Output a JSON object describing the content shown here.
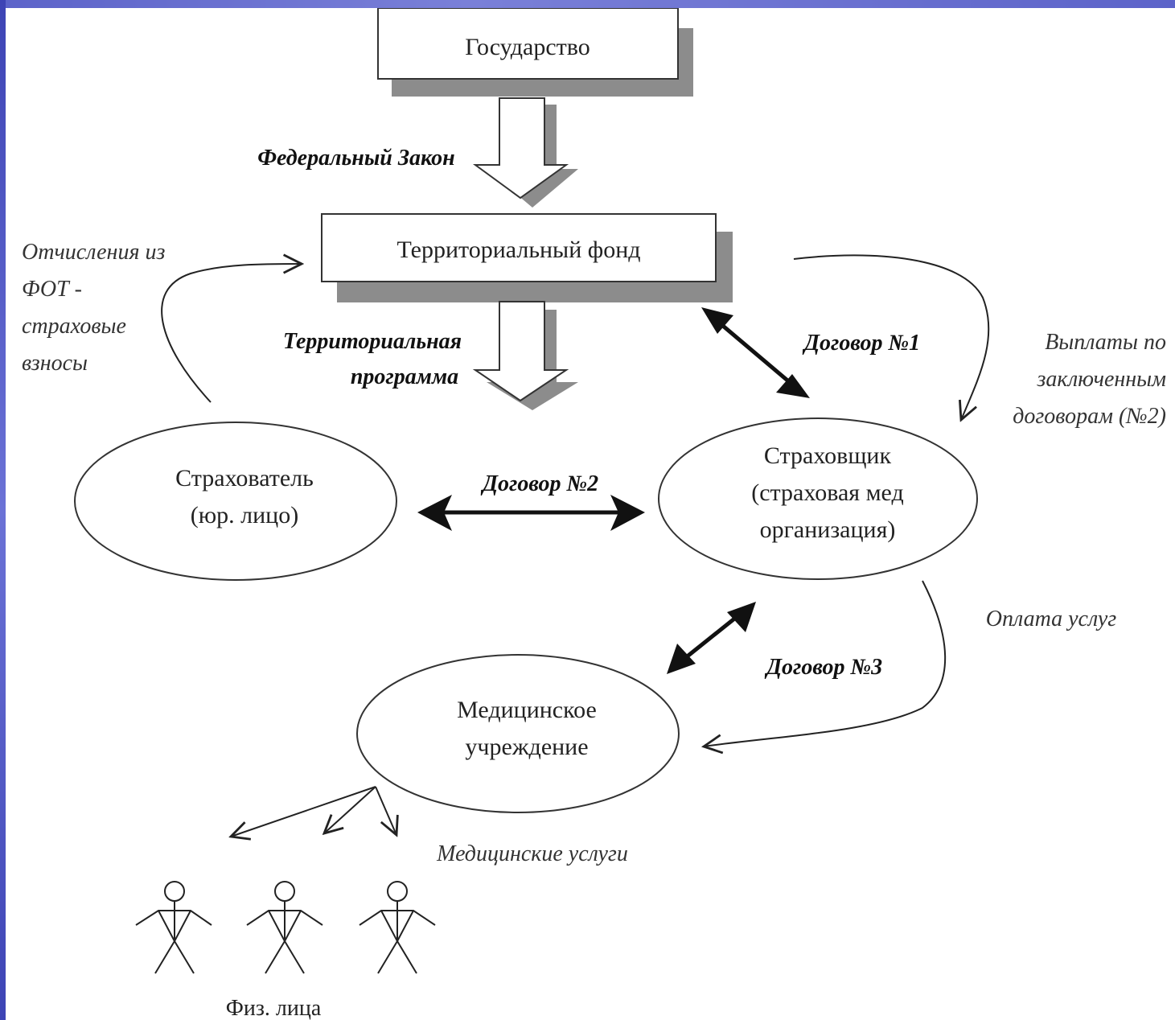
{
  "nodes": {
    "state": "Государство",
    "territorial_fund": "Территориальный фонд",
    "policyholder": [
      "Страхователь",
      "(юр. лицо)"
    ],
    "insurer": [
      "Страховщик",
      "(страховая мед",
      "организация)"
    ],
    "medical_institution": [
      "Медицинское",
      "учреждение"
    ],
    "individuals": "Физ. лица"
  },
  "edge_labels": {
    "federal_law": "Федеральный Закон",
    "territorial_program": [
      "Территориальная",
      "программа"
    ],
    "contract1": "Договор №1",
    "contract2": "Договор №2",
    "contract3": "Договор №3",
    "deductions": [
      "Отчисления из",
      "ФОТ -",
      "страховые",
      "взносы"
    ],
    "payments": [
      "Выплаты по",
      "заключенным",
      "договорам (№2)"
    ],
    "payment_services": "Оплата услуг",
    "medical_services": "Медицинские услуги"
  },
  "colors": {
    "background_frame": "#5c63c9",
    "canvas": "#ffffff",
    "shadow": "#8c8c8c",
    "lines": "#111111"
  }
}
